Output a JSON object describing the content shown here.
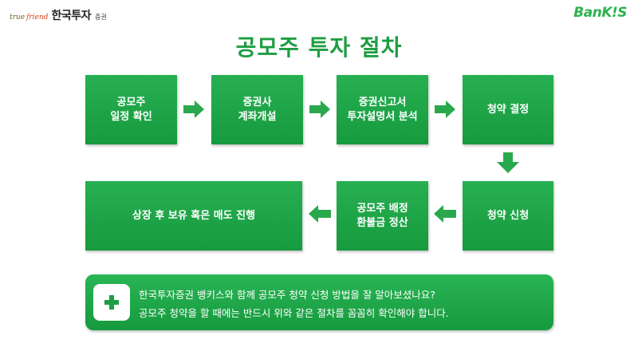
{
  "header": {
    "logo_true": "true",
    "logo_friend": "friend",
    "logo_name": "한국투자",
    "logo_sub": "증권",
    "brand_right": "BanK!S"
  },
  "title": "공모주 투자 절차",
  "steps": [
    {
      "label": "공모주\n일정 확인"
    },
    {
      "label": "증권사\n계좌개설"
    },
    {
      "label": "증권신고서\n투자설명서 분석"
    },
    {
      "label": "청약 결정"
    },
    {
      "label": "청약 신청"
    },
    {
      "label": "공모주 배정\n환불금 정산"
    },
    {
      "label": "상장 후 보유 혹은 매도 진행"
    }
  ],
  "info": {
    "icon": "plus-icon",
    "line1": "한국투자증권 뱅키스와 함께 공모주 청약 신청 방법을 잘 알아보셨나요?",
    "line2": "공모주 청약을 할 때에는 반드시 위와 같은 절차를 꼼꼼히 확인해야 합니다."
  },
  "colors": {
    "accent": "#1e9e43",
    "box_top": "#27b052",
    "box_bottom": "#169a3e",
    "arrow": "#2aa84d"
  }
}
